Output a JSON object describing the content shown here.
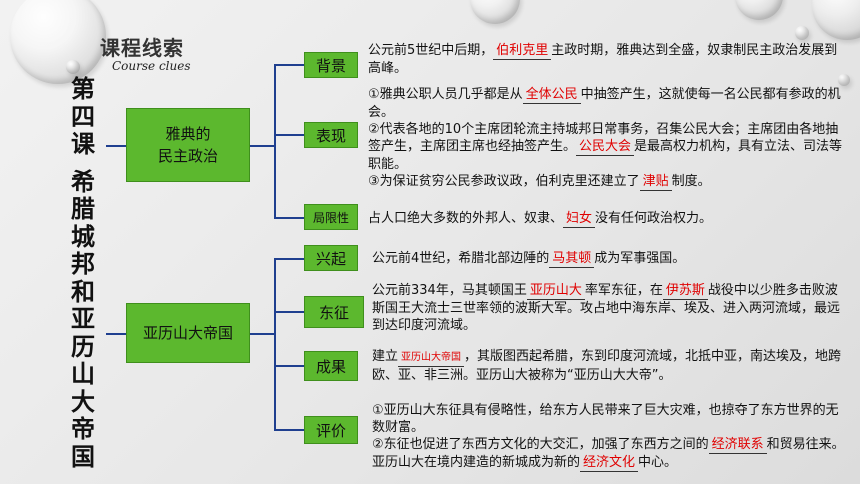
{
  "header": {
    "title": "课程线索",
    "subtitle": "Course clues"
  },
  "lesson": {
    "chars": [
      "第",
      "四",
      "课",
      "",
      "希",
      "腊",
      "城",
      "邦",
      "和",
      "亚",
      "历",
      "山",
      "大",
      "帝",
      "国"
    ]
  },
  "topics": [
    {
      "label": "雅典的\n民主政治"
    },
    {
      "label": "亚历山大帝国"
    }
  ],
  "tags": [
    "背景",
    "表现",
    "局限性",
    "兴起",
    "东征",
    "成果",
    "评价"
  ],
  "bg": {
    "t1": "公元前5世纪中后期，",
    "a1": "伯利克里",
    "t2": "主政时期，雅典达到全盛，奴隶制民主政治发展到高峰。"
  },
  "perf": {
    "p1a": "①雅典公职人员几乎都是从",
    "a1": "全体公民",
    "p1b": "中抽签产生，这就使每一名公民都有参政的机会。",
    "p2a": "②代表各地的10个主席团轮流主持城邦日常事务，召集公民大会；主席团由各地抽签产生，主席团主席也经抽签产生。",
    "a2": "公民大会",
    "p2b": "是最高权力机构，具有立法、司法等职能。",
    "p3a": "③为保证贫穷公民参政议政，伯利克里还建立了",
    "a3": "津贴",
    "p3b": "制度。"
  },
  "limit": {
    "t1": "占人口绝大多数的外邦人、奴隶、",
    "a1": "妇女",
    "t2": "没有任何政治权力。"
  },
  "rise": {
    "t1": "公元前4世纪，希腊北部边陲的",
    "a1": "马其顿",
    "t2": "成为军事强国。"
  },
  "east": {
    "t1": "公元前334年，马其顿国王",
    "a1": "亚历山大",
    "t2": "率军东征，在",
    "a2": "伊苏斯",
    "t3": "战役中以少胜多击败波斯国王大流士三世率领的波斯大军。攻占地中海东岸、埃及、进入两河流域，最远到达印度河流域。"
  },
  "result": {
    "t1": "建立",
    "a1": "亚历山大帝国",
    "t2": "，其版图西起希腊，东到印度河流域，北抵中亚，南达埃及，地跨欧、亚、非三洲。亚历山大被称为“亚历山大大帝”。"
  },
  "eval": {
    "e1": "①亚历山大东征具有侵略性，给东方人民带来了巨大灾难，也掠夺了东方世界的无数财富。",
    "e2a": "②东征也促进了东西方文化的大交汇，加强了东西方之间的",
    "a1": "经济联系",
    "e2b": "和贸易往来。亚历山大在境内建造的新城成为新的",
    "a2": "经济文化",
    "e2c": "中心。"
  }
}
